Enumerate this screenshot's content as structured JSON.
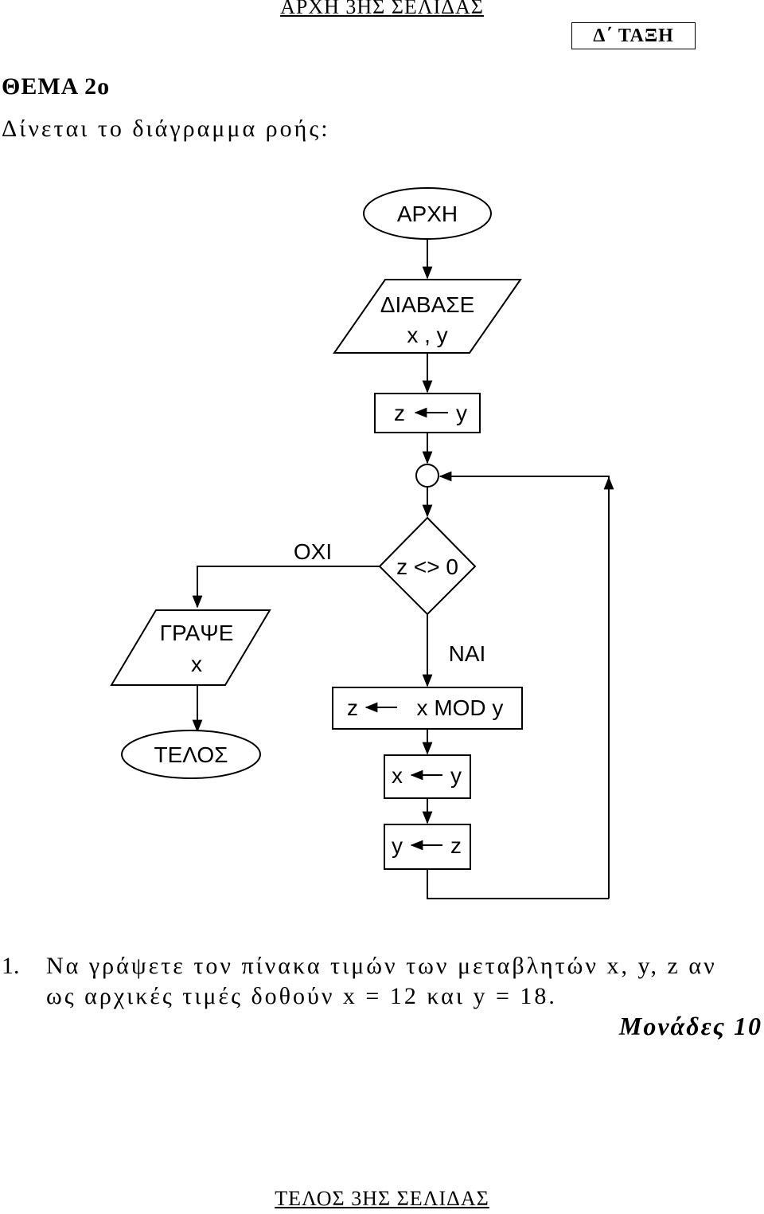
{
  "header": {
    "page_label": "ΑΡΧΗ 3ΗΣ ΣΕΛΙΔΑΣ",
    "class_label": "Δ΄ ΤΑΞΗ"
  },
  "topic": {
    "title": "ΘΕΜΑ 2ο",
    "intro": "Δίνεται το διάγραμμα ροής:"
  },
  "flowchart": {
    "start": "ΑΡΧΗ",
    "read_title": "ΔΙΑΒΑΣΕ",
    "read_vars": "x , y",
    "assign1": {
      "left": "z",
      "right": "y"
    },
    "decision": "z <> 0",
    "no_label": "ΟΧΙ",
    "yes_label": "ΝΑΙ",
    "write_title": "ΓΡΑΨΕ",
    "write_var": "x",
    "end": "ΤΕΛΟΣ",
    "assign2": {
      "left": "z",
      "right": "x MOD y"
    },
    "assign3": {
      "left": "x",
      "right": "y"
    },
    "assign4": {
      "left": "y",
      "right": "z"
    }
  },
  "question": {
    "number": "1.",
    "line1": "Να γράψετε τον πίνακα τιμών των μεταβλητών x, y, z αν",
    "line2": "ως αρχικές τιμές δοθούν x = 12 και y = 18.",
    "points": "Μονάδες 10"
  },
  "footer": {
    "page_label": "ΤΕΛΟΣ 3ΗΣ ΣΕΛΙΔΑΣ"
  }
}
